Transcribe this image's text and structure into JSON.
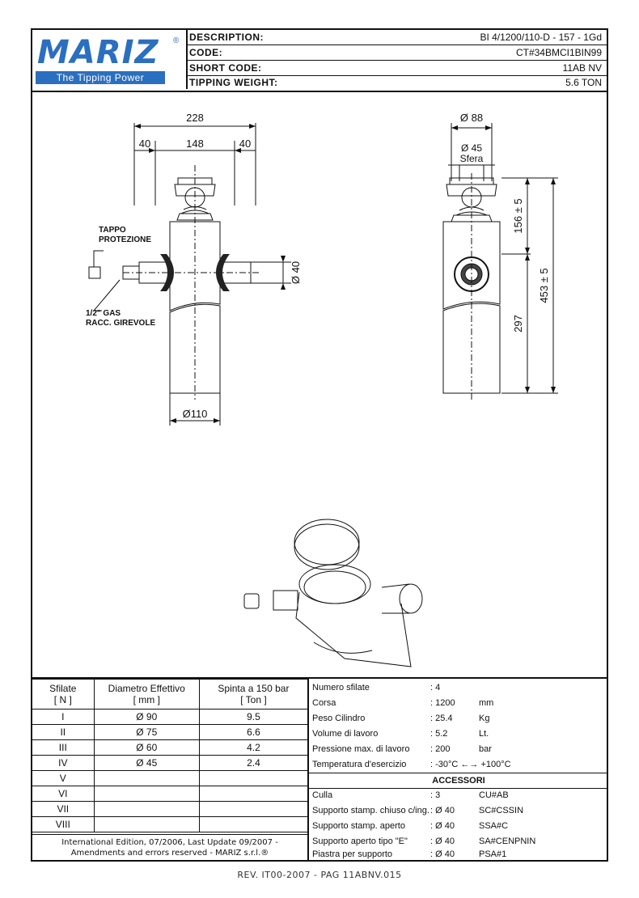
{
  "logo": {
    "name": "MARIZ",
    "reg": "®",
    "tagline": "The Tipping Power"
  },
  "header": {
    "description_label": "DESCRIPTION:",
    "description_value": "BI 4/1200/110-D - 157 - 1Gd",
    "code_label": "CODE:",
    "code_value": "CT#34BMCI1BIN99",
    "short_code_label": "SHORT CODE:",
    "short_code_value": "11AB NV",
    "tipping_weight_label": "TIPPING WEIGHT:",
    "tipping_weight_value": "5.6 TON"
  },
  "drawing": {
    "dim_total_width": "228",
    "dim_side_left": "40",
    "dim_center": "148",
    "dim_side_right": "40",
    "dim_port_dia": "Ø 40",
    "dim_body_dia": "Ø110",
    "label_cap_1": "TAPPO",
    "label_cap_2": "PROTEZIONE",
    "label_gas_1": "1/2\" GAS",
    "label_gas_2": "RACC. GIREVOLE",
    "dim_head_dia": "Ø 88",
    "dim_ball_dia": "Ø 45",
    "label_ball": "Sfera",
    "dim_upper": "156 ± 5",
    "dim_total_height": "453 ± 5",
    "dim_lower": "297"
  },
  "stages_table": {
    "headers": [
      {
        "line1": "Sfilate",
        "line2": "[ N ]"
      },
      {
        "line1": "Diametro Effettivo",
        "line2": "[ mm ]"
      },
      {
        "line1": "Spinta a 150 bar",
        "line2": "[ Ton ]"
      }
    ],
    "rows": [
      {
        "n": "I",
        "dia": "Ø 90",
        "push": "9.5"
      },
      {
        "n": "II",
        "dia": "Ø 75",
        "push": "6.6"
      },
      {
        "n": "III",
        "dia": "Ø 60",
        "push": "4.2"
      },
      {
        "n": "IV",
        "dia": "Ø 45",
        "push": "2.4"
      },
      {
        "n": "V",
        "dia": "",
        "push": ""
      },
      {
        "n": "VI",
        "dia": "",
        "push": ""
      },
      {
        "n": "VII",
        "dia": "",
        "push": ""
      },
      {
        "n": "VIII",
        "dia": "",
        "push": ""
      }
    ]
  },
  "edition": {
    "line1": "International Edition, 07/2006, Last Update 09/2007 -",
    "line2": "Amendments and errors reserved - MARIZ s.r.l.®"
  },
  "specs": {
    "rows": [
      {
        "name": "Numero sfilate",
        "colon": ": 4",
        "unit": ""
      },
      {
        "name": "Corsa",
        "colon": ": 1200",
        "unit": "mm"
      },
      {
        "name": "Peso Cilindro",
        "colon": ": 25.4",
        "unit": "Kg"
      },
      {
        "name": "Volume di lavoro",
        "colon": ": 5.2",
        "unit": "Lt."
      },
      {
        "name": "Pressione max. di lavoro",
        "colon": ": 200",
        "unit": "bar"
      },
      {
        "name": "Temperatura d'esercizio",
        "colon": ": -30°C ←→ +100°C",
        "unit": ""
      }
    ],
    "accessories_title": "ACCESSORI",
    "accessories": [
      {
        "name": "Culla",
        "colon": ": 3",
        "code": "CU#AB"
      },
      {
        "name": "Supporto stamp. chiuso c/ing.",
        "colon": ": Ø 40",
        "code": "SC#CSSIN"
      },
      {
        "name": "Supporto stamp. aperto",
        "colon": ": Ø 40",
        "code": "SSA#C"
      },
      {
        "name": "Supporto aperto tipo \"E\"",
        "colon": ": Ø 40",
        "code": "SA#CENPNIN"
      },
      {
        "name": "Piastra per supporto",
        "colon": ": Ø 40",
        "code": "PSA#1"
      }
    ]
  },
  "footer": "REV. IT00-2007 - PAG 11ABNV.015"
}
